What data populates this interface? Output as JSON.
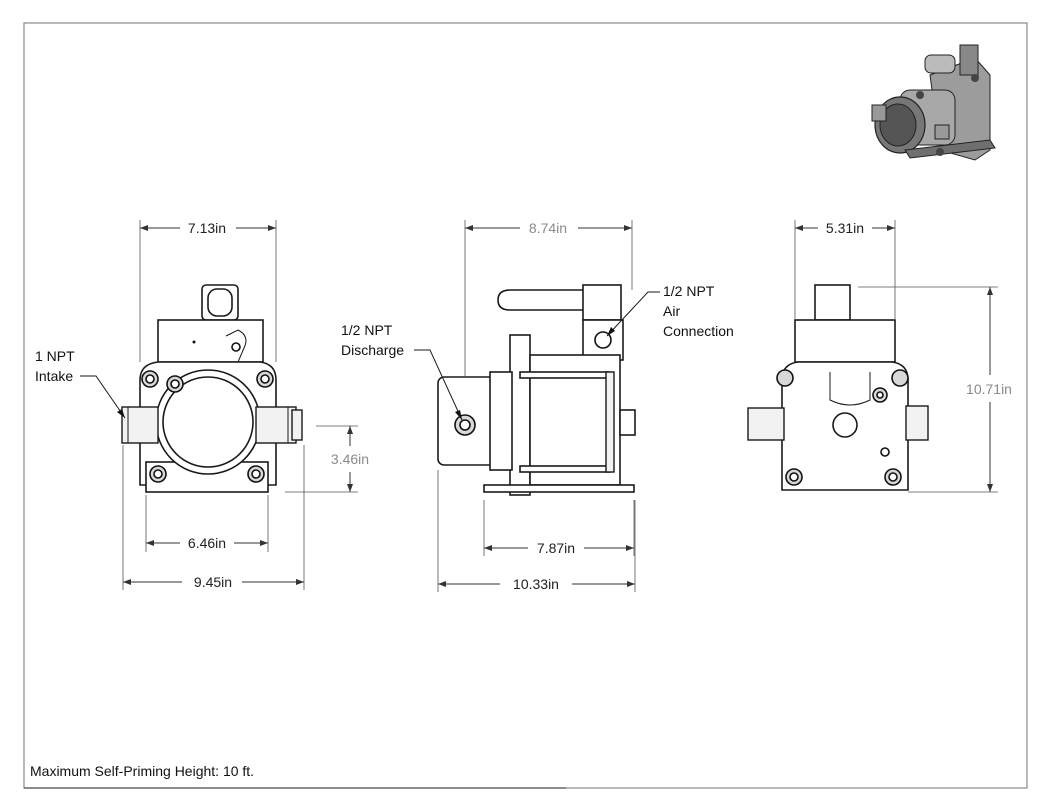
{
  "dimensions": {
    "front_width": "7.13in",
    "front_mount_width": "6.46in",
    "front_overall_width": "9.45in",
    "front_port_height": "3.46in",
    "side_width": "8.74in",
    "side_mount_length": "7.87in",
    "side_overall_length": "10.33in",
    "rear_width": "5.31in",
    "overall_height": "10.71in"
  },
  "callouts": {
    "intake_line1": "1 NPT",
    "intake_line2": "Intake",
    "discharge_line1": "1/2 NPT",
    "discharge_line2": "Discharge",
    "air_line1": "1/2 NPT",
    "air_line2": "Air",
    "air_line3": "Connection"
  },
  "note": "Maximum Self-Priming Height: 10 ft."
}
